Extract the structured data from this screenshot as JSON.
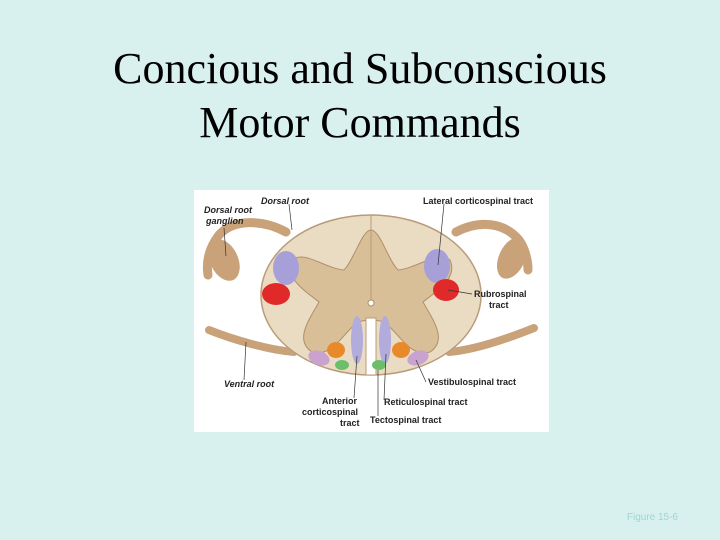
{
  "slide": {
    "title_line1": "Concious and Subconscious",
    "title_line2": "Motor Commands",
    "figure_caption": "Figure 15-6"
  },
  "diagram": {
    "labels": {
      "dorsal_root": "Dorsal root",
      "dorsal_root_ganglion_1": "Dorsal root",
      "dorsal_root_ganglion_2": "ganglion",
      "lateral_corticospinal": "Lateral corticospinal tract",
      "rubrospinal_1": "Rubrospinal",
      "rubrospinal_2": "tract",
      "ventral_root": "Ventral root",
      "vestibulospinal": "Vestibulospinal tract",
      "anterior_corticospinal_1": "Anterior",
      "anterior_corticospinal_2": "corticospinal",
      "anterior_corticospinal_3": "tract",
      "reticulospinal": "Reticulospinal tract",
      "tectospinal": "Tectospinal tract"
    },
    "colors": {
      "white_matter": "#eadcc2",
      "gray_matter": "#d8bf98",
      "root_nerve": "#c9a27a",
      "lateral_corticospinal": "#a7a0d8",
      "rubrospinal": "#e02a2a",
      "vestibulospinal": "#c9a2cf",
      "anterior_corticospinal": "#b2acdc",
      "reticulospinal": "#e98a2a",
      "tectospinal": "#6bbf6b"
    }
  }
}
